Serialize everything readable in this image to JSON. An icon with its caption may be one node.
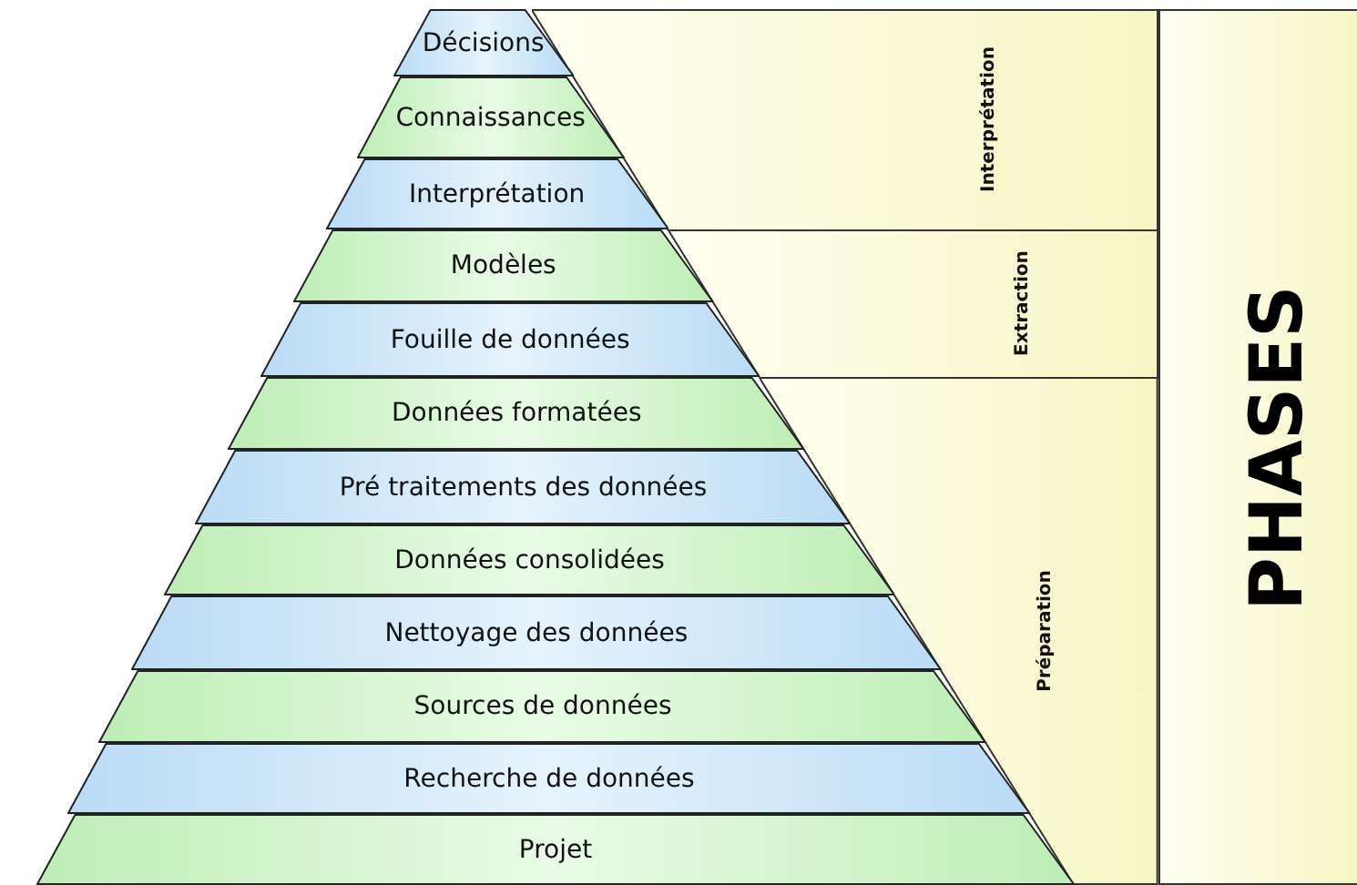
{
  "diagram": {
    "nodes": [
      {
        "text": [
          "Décisions"
        ]
      },
      {
        "text": [
          "Connaissances"
        ]
      },
      {
        "text": [
          "Interprétation"
        ]
      },
      {
        "text": [
          "Modèles"
        ]
      },
      {
        "text": [
          "Fouille de données"
        ]
      },
      {
        "text": [
          "Données formatées"
        ]
      },
      {
        "text": [
          "Pré traitements des données"
        ]
      },
      {
        "text": [
          "Données consolidées"
        ]
      },
      {
        "text": [
          "Nettoyage des données"
        ]
      },
      {
        "text": [
          "Sources de données"
        ]
      },
      {
        "text": [
          "Recherche de données"
        ]
      },
      {
        "text": [
          "Projet"
        ]
      },
      {
        "text": [
          "Interprétation"
        ]
      },
      {
        "text": [
          "Extraction"
        ]
      },
      {
        "text": [
          "Préparation"
        ]
      },
      {
        "text": [
          "PHASES"
        ]
      }
    ]
  }
}
